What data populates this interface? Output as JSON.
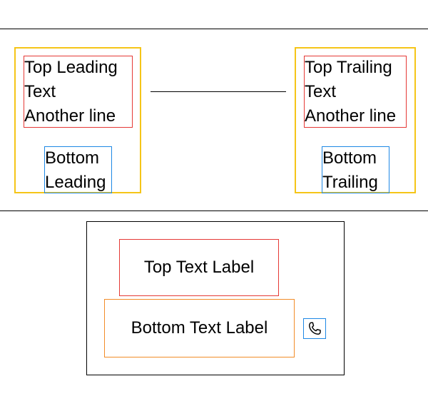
{
  "top_section": {
    "leading": {
      "top_lines": [
        "Top Leading",
        "Text",
        "Another line"
      ],
      "bottom_lines": [
        "Bottom",
        "Leading"
      ]
    },
    "trailing": {
      "top_lines": [
        "Top Trailing",
        "Text",
        "Another line"
      ],
      "bottom_lines": [
        "Bottom",
        "Trailing"
      ]
    }
  },
  "bottom_section": {
    "top_label": "Top Text Label",
    "bottom_label": "Bottom Text Label",
    "icon": "phone-icon"
  },
  "colors": {
    "yellow": "#f5c518",
    "red": "#e53935",
    "blue": "#1e88e5",
    "orange": "#f28c28",
    "black": "#000000"
  }
}
